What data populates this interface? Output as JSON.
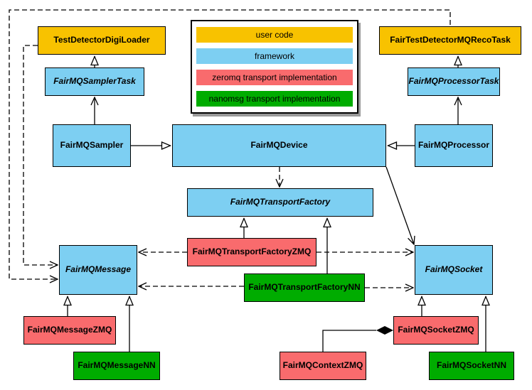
{
  "colors": {
    "user_code": "#F8C200",
    "framework": "#7DCFF2",
    "zeromq": "#F96B6D",
    "nanomsg": "#00AC00",
    "line": "#000000",
    "legend_shadow": "#999999"
  },
  "legend": {
    "items": [
      {
        "label": "user code",
        "color_key": "user_code"
      },
      {
        "label": "framework",
        "color_key": "framework"
      },
      {
        "label": "zeromq transport implementation",
        "color_key": "zeromq"
      },
      {
        "label": "nanomsg transport implementation",
        "color_key": "nanomsg"
      }
    ]
  },
  "nodes": {
    "digi_loader": {
      "label": "TestDetectorDigiLoader",
      "color_key": "user_code",
      "abstract": false
    },
    "reco_task": {
      "label": "FairTestDetectorMQRecoTask",
      "color_key": "user_code",
      "abstract": false
    },
    "sampler_task": {
      "label": "FairMQSamplerTask",
      "color_key": "framework",
      "abstract": true
    },
    "processor_task": {
      "label": "FairMQProcessorTask",
      "color_key": "framework",
      "abstract": true
    },
    "sampler": {
      "label": "FairMQSampler",
      "color_key": "framework",
      "abstract": false
    },
    "device": {
      "label": "FairMQDevice",
      "color_key": "framework",
      "abstract": false
    },
    "processor": {
      "label": "FairMQProcessor",
      "color_key": "framework",
      "abstract": false
    },
    "transport_factory": {
      "label": "FairMQTransportFactory",
      "color_key": "framework",
      "abstract": true
    },
    "tf_zmq": {
      "label": "FairMQTransportFactoryZMQ",
      "color_key": "zeromq",
      "abstract": false
    },
    "tf_nn": {
      "label": "FairMQTransportFactoryNN",
      "color_key": "nanomsg",
      "abstract": false
    },
    "message": {
      "label": "FairMQMessage",
      "color_key": "framework",
      "abstract": true
    },
    "socket": {
      "label": "FairMQSocket",
      "color_key": "framework",
      "abstract": true
    },
    "message_zmq": {
      "label": "FairMQMessageZMQ",
      "color_key": "zeromq",
      "abstract": false
    },
    "message_nn": {
      "label": "FairMQMessageNN",
      "color_key": "nanomsg",
      "abstract": false
    },
    "socket_zmq": {
      "label": "FairMQSocketZMQ",
      "color_key": "zeromq",
      "abstract": false
    },
    "socket_nn": {
      "label": "FairMQSocketNN",
      "color_key": "nanomsg",
      "abstract": false
    },
    "context_zmq": {
      "label": "FairMQContextZMQ",
      "color_key": "zeromq",
      "abstract": false
    }
  },
  "edges": [
    {
      "from": "FairMQSamplerTask",
      "to": "TestDetectorDigiLoader",
      "type": "inheritance",
      "style": "solid"
    },
    {
      "from": "FairMQSampler",
      "to": "FairMQSamplerTask",
      "type": "association",
      "style": "solid"
    },
    {
      "from": "FairMQSampler",
      "to": "FairMQDevice",
      "type": "inheritance",
      "style": "solid"
    },
    {
      "from": "FairMQProcessorTask",
      "to": "FairTestDetectorMQRecoTask",
      "type": "inheritance",
      "style": "solid"
    },
    {
      "from": "FairMQProcessor",
      "to": "FairMQProcessorTask",
      "type": "association",
      "style": "solid"
    },
    {
      "from": "FairMQProcessor",
      "to": "FairMQDevice",
      "type": "inheritance",
      "style": "solid"
    },
    {
      "from": "FairTestDetectorMQRecoTask",
      "to": "FairMQMessage",
      "type": "dependency",
      "style": "dashed"
    },
    {
      "from": "TestDetectorDigiLoader",
      "to": "FairMQMessage",
      "type": "dependency",
      "style": "dashed"
    },
    {
      "from": "FairMQDevice",
      "to": "FairMQTransportFactory",
      "type": "dependency",
      "style": "dashed"
    },
    {
      "from": "FairMQDevice",
      "to": "FairMQSocket",
      "type": "association",
      "style": "solid"
    },
    {
      "from": "FairMQTransportFactoryZMQ",
      "to": "FairMQTransportFactory",
      "type": "inheritance",
      "style": "solid"
    },
    {
      "from": "FairMQTransportFactoryNN",
      "to": "FairMQTransportFactory",
      "type": "inheritance",
      "style": "solid"
    },
    {
      "from": "FairMQTransportFactoryZMQ",
      "to": "FairMQMessage",
      "type": "dependency",
      "style": "dashed"
    },
    {
      "from": "FairMQTransportFactoryZMQ",
      "to": "FairMQSocket",
      "type": "dependency",
      "style": "dashed"
    },
    {
      "from": "FairMQTransportFactoryNN",
      "to": "FairMQMessage",
      "type": "dependency",
      "style": "dashed"
    },
    {
      "from": "FairMQTransportFactoryNN",
      "to": "FairMQSocket",
      "type": "dependency",
      "style": "dashed"
    },
    {
      "from": "FairMQMessageZMQ",
      "to": "FairMQMessage",
      "type": "inheritance",
      "style": "solid"
    },
    {
      "from": "FairMQMessageNN",
      "to": "FairMQMessage",
      "type": "inheritance",
      "style": "solid"
    },
    {
      "from": "FairMQSocketZMQ",
      "to": "FairMQSocket",
      "type": "inheritance",
      "style": "solid"
    },
    {
      "from": "FairMQSocketNN",
      "to": "FairMQSocket",
      "type": "inheritance",
      "style": "solid"
    },
    {
      "from": "FairMQContextZMQ",
      "to": "FairMQSocketZMQ",
      "type": "composition",
      "style": "solid"
    }
  ]
}
